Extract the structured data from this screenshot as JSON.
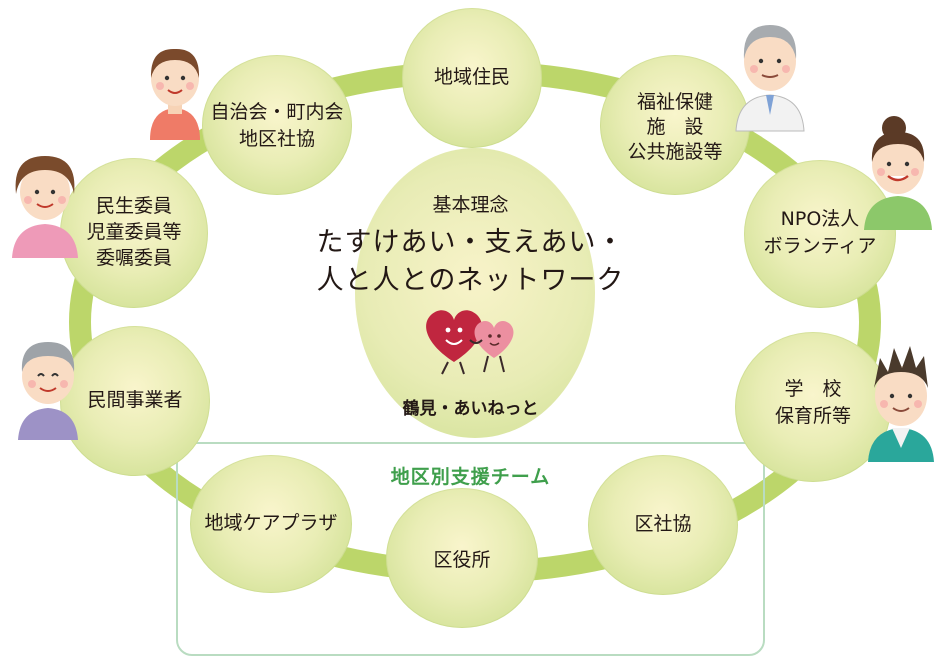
{
  "chart_data": {
    "type": "diagram",
    "center": {
      "title": "基本理念",
      "line1": "たすけあい・支えあい・",
      "line2": "人と人とのネットワーク",
      "logo": "鶴見・あいねっと"
    },
    "nodes": [
      {
        "id": "chiiki-jumin",
        "lines": [
          "地域住民"
        ]
      },
      {
        "id": "fukushi",
        "lines": [
          "福祉保健",
          "施　設",
          "公共施設等"
        ]
      },
      {
        "id": "npo",
        "lines": [
          "NPO法人",
          "ボランティア"
        ]
      },
      {
        "id": "gakko",
        "lines": [
          "学　校",
          "保育所等"
        ]
      },
      {
        "id": "kushakyo",
        "lines": [
          "区社協"
        ]
      },
      {
        "id": "kuyakusho",
        "lines": [
          "区役所"
        ]
      },
      {
        "id": "careplaza",
        "lines": [
          "地域ケアプラザ"
        ]
      },
      {
        "id": "minkan",
        "lines": [
          "民間事業者"
        ]
      },
      {
        "id": "minsei",
        "lines": [
          "民生委員",
          "児童委員等",
          "委嘱委員"
        ]
      },
      {
        "id": "jichikai",
        "lines": [
          "自治会・町内会",
          "地区社協"
        ]
      }
    ],
    "team": "地区別支援チーム"
  },
  "colors": {
    "ring": "#bcd66a",
    "team_border": "#b9dcc1",
    "team_text": "#3f9f4c",
    "heart_dark": "#c0263f",
    "heart_light": "#ec8fa0"
  }
}
